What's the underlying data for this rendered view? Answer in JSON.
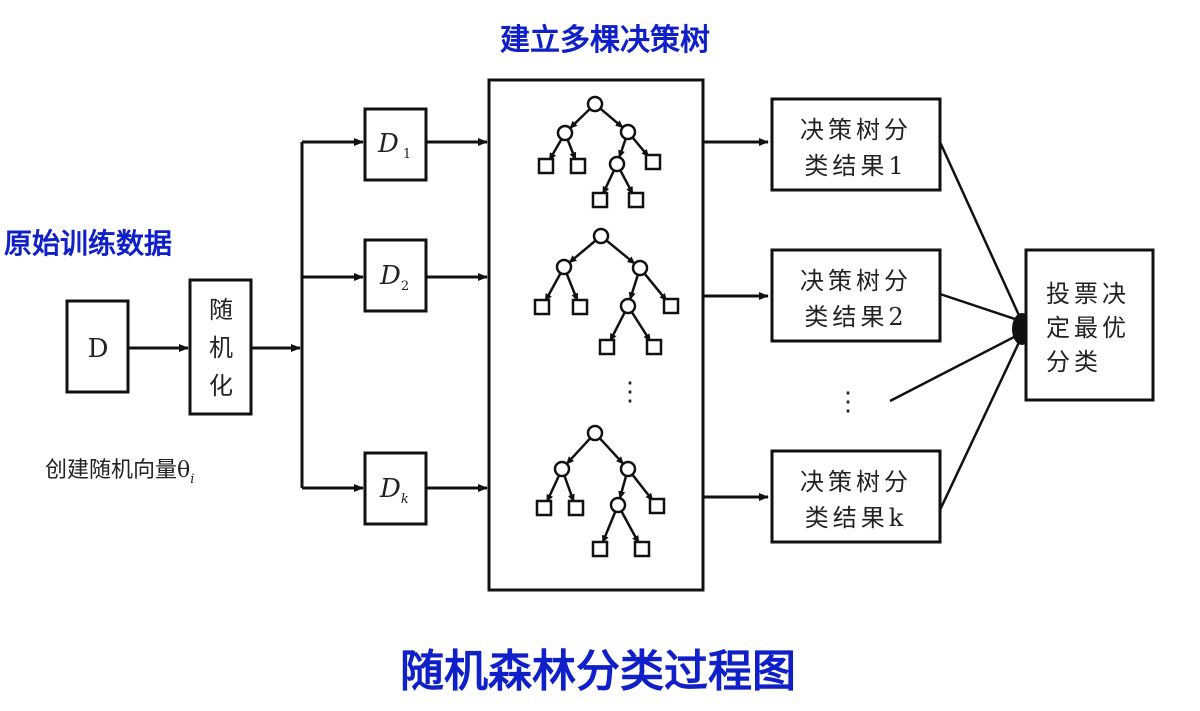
{
  "title": "随机森林分类过程图",
  "labels": {
    "build_trees": "建立多棵决策树",
    "raw_data": "原始训练数据",
    "random_vector": "创建随机向量θ",
    "random_vector_sub": "i"
  },
  "nodes": {
    "input": "D",
    "randomize": [
      "随",
      "机",
      "化"
    ],
    "subsets": [
      {
        "main": "D",
        "sub": "1"
      },
      {
        "main": "D",
        "sub": "2"
      },
      {
        "main": "D",
        "sub": "k"
      }
    ],
    "results": [
      {
        "line1": "决策树分",
        "line2": "类结果1"
      },
      {
        "line1": "决策树分",
        "line2": "类结果2"
      },
      {
        "line1": "决策树分",
        "line2": "类结果k"
      }
    ],
    "vote": [
      "投票决",
      "定最优",
      "分类"
    ]
  },
  "ellipsis": "⋮",
  "colors": {
    "accent": "#1020c8",
    "stroke": "#111111"
  }
}
